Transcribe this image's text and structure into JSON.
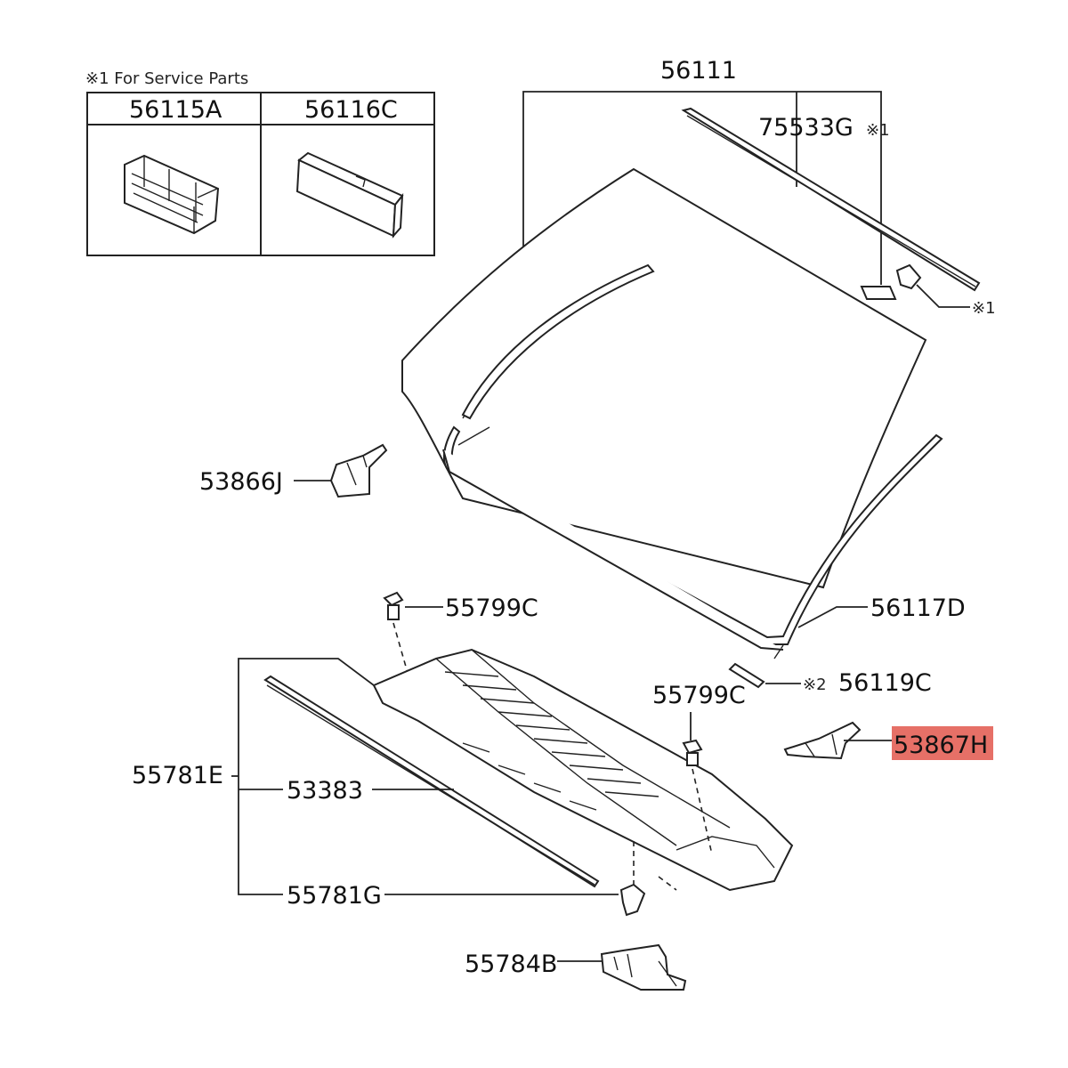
{
  "service_note": {
    "header": "※1 For Service Parts",
    "col_1": "56115A",
    "col_2": "56116C"
  },
  "labels": {
    "p56111": "56111",
    "p75533G": "75533G",
    "mark_75533G": "※1",
    "mark_clip": "※1",
    "p53866J": "53866J",
    "p56117D": "56117D",
    "p55799C_top": "55799C",
    "p55799C_mid": "55799C",
    "mark_56119C": "※2",
    "p56119C": "56119C",
    "p53867H": "53867H",
    "p55781E": "55781E",
    "p53383": "53383",
    "p55781G": "55781G",
    "p55784B": "55784B"
  },
  "colors": {
    "highlight": "#e2574c",
    "ink": "#222222"
  }
}
